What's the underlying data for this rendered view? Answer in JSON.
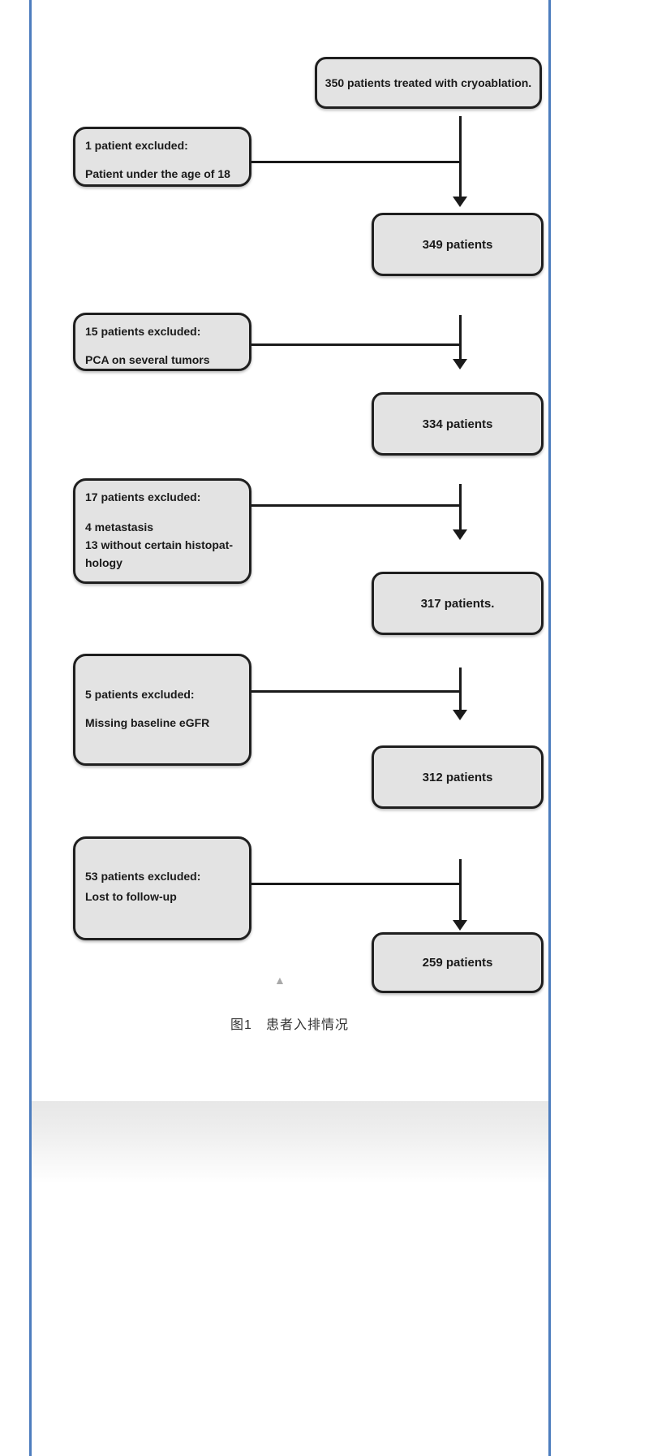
{
  "page": {
    "caption": "图1　患者入排情况",
    "accent_blue": "#4d7dbe",
    "box_fill": "#e3e3e3",
    "line_color": "#1a1a1a",
    "triangle_color": "#a9a9a9"
  },
  "flowchart": {
    "main_boxes": [
      {
        "label": "350 patients treated with cryoablation."
      },
      {
        "label": "349 patients"
      },
      {
        "label": "334 patients"
      },
      {
        "label": "317 patients."
      },
      {
        "label": "312 patients"
      },
      {
        "label": "259 patients"
      }
    ],
    "exclusion_boxes": [
      {
        "title": "1 patient excluded:",
        "lines": [
          "Patient under the age of 18"
        ]
      },
      {
        "title": "15 patients excluded:",
        "lines": [
          "PCA on several tumors"
        ]
      },
      {
        "title": "17 patients excluded:",
        "lines": [
          "4 metastasis",
          "13 without certain histopat-",
          "hology"
        ]
      },
      {
        "title": "5 patients excluded:",
        "lines": [
          "Missing baseline eGFR"
        ]
      },
      {
        "title": "53 patients excluded:",
        "lines": [
          "Lost to follow-up"
        ]
      }
    ]
  },
  "decorations": {
    "collapse_triangle": "▲"
  }
}
